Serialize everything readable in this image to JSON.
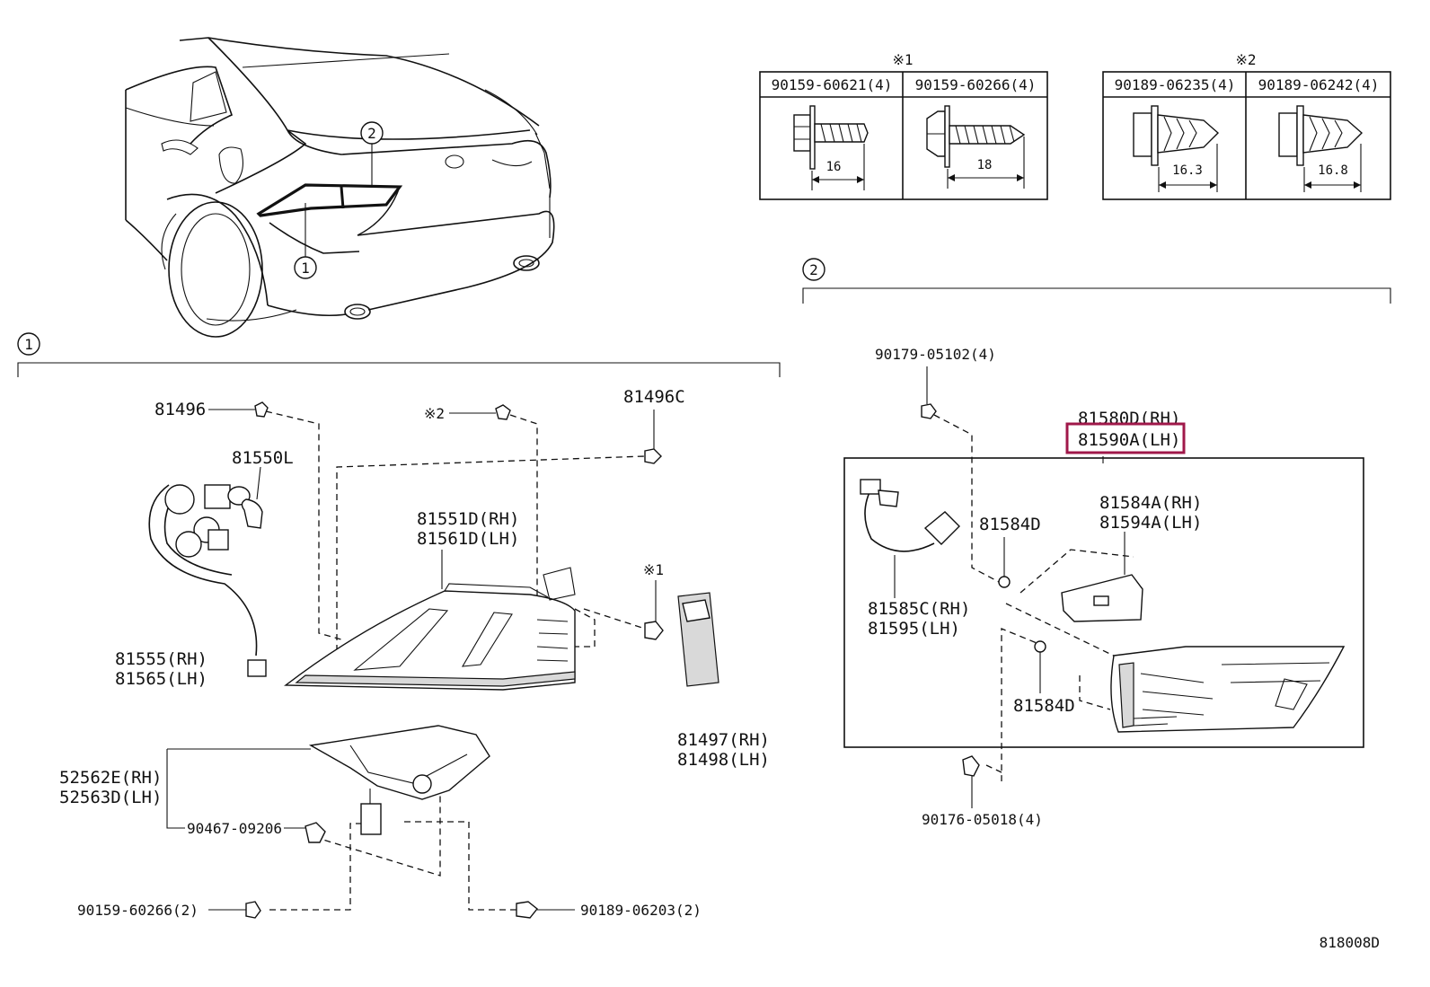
{
  "diagram_code": "818008D",
  "highlight_color": "#a0184a",
  "callouts": {
    "c1_car": "1",
    "c2_car": "2",
    "c1_section": "1",
    "c2_section": "2"
  },
  "fastener_table_1": {
    "note": "※1",
    "headers": [
      "90159-60621(4)",
      "90159-60266(4)"
    ],
    "dims": [
      "16",
      "18"
    ]
  },
  "fastener_table_2": {
    "note": "※2",
    "headers": [
      "90189-06235(4)",
      "90189-06242(4)"
    ],
    "dims": [
      "16.3",
      "16.8"
    ]
  },
  "section1": {
    "p81496": "81496",
    "note2": "※2",
    "p81496c": "81496C",
    "p81550l": "81550L",
    "p81551d_rh": "81551D(RH)",
    "p81561d_lh": "81561D(LH)",
    "note1": "※1",
    "p81555_rh": "81555(RH)",
    "p81565_lh": "81565(LH)",
    "p81497_rh": "81497(RH)",
    "p81498_lh": "81498(LH)",
    "p52562e_rh": "52562E(RH)",
    "p52563d_lh": "52563D(LH)",
    "p90467": "90467-09206",
    "p90159": "90159-60266(2)",
    "p90189": "90189-06203(2)"
  },
  "section2": {
    "p90179": "90179-05102(4)",
    "p81580d_rh": "81580D(RH)",
    "p81590a_lh": "81590A(LH)",
    "p81584d_a": "81584D",
    "p81584a_rh": "81584A(RH)",
    "p81594a_lh": "81594A(LH)",
    "p81585c_rh": "81585C(RH)",
    "p81595_lh": "81595(LH)",
    "p81584d_b": "81584D",
    "p90176": "90176-05018(4)"
  }
}
